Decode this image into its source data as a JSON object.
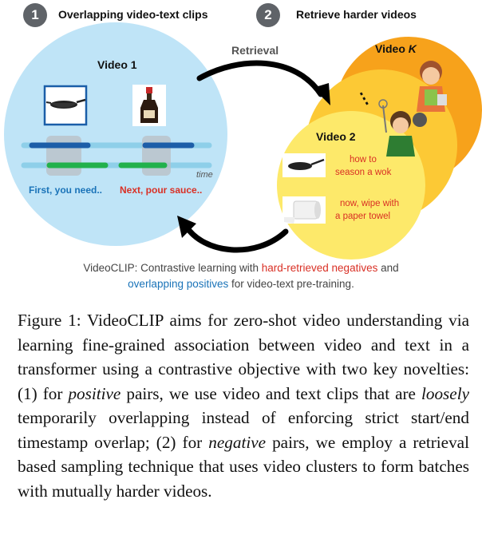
{
  "figure": {
    "step1": {
      "number": "1",
      "title": "Overlapping video-text clips"
    },
    "step2": {
      "number": "2",
      "title": "Retrieve harder videos"
    },
    "retrieval_label": "Retrieval",
    "video1": {
      "title": "Video 1",
      "time_label": "time",
      "text_first": "First, you need..",
      "text_next": "Next, pour sauce.."
    },
    "videoK": {
      "title": "Video ",
      "title_k": "K",
      "dots": "⋮"
    },
    "video2": {
      "title": "Video 2",
      "text_wok_1": "how to",
      "text_wok_2": "season a wok",
      "text_towel_1": "now, wipe with",
      "text_towel_2": "a paper towel"
    },
    "short_caption": {
      "part1": "VideoCLIP: Contrastive learning with ",
      "part2": "hard-retrieved negatives",
      "part3": " and",
      "part4": "overlapping positives",
      "part5": " for video-text pre-training."
    },
    "colors": {
      "video1_circle": "#bfe4f7",
      "videoK_circle": "#f7a21b",
      "middle_circle": "#fcc935",
      "video2_circle": "#fde96a",
      "red_text": "#d93025",
      "blue_text": "#1a73b8"
    }
  },
  "caption": {
    "s1": "Figure 1: VideoCLIP aims for zero-shot video understanding via learning fine-grained association between video and text in a transformer using a contrastive objective with two key novelties: (1) for ",
    "s2": "positive",
    "s3": " pairs, we use video and text clips that are ",
    "s4": "loosely",
    "s5": " temporarily overlapping instead of enforcing strict start/end timestamp overlap; (2) for ",
    "s6": "negative",
    "s7": " pairs, we employ a retrieval based sampling technique that uses video clusters to form batches with mutually harder videos."
  }
}
